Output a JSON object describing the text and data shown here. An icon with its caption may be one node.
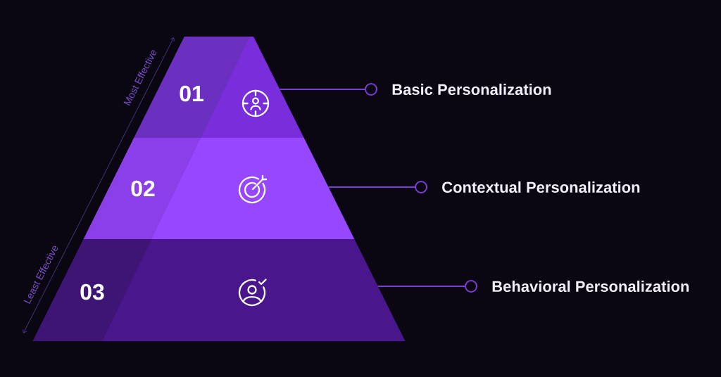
{
  "diagram": {
    "nodes": [
      {
        "text": [
          "01"
        ]
      },
      {
        "text": [
          "02"
        ]
      },
      {
        "text": [
          "03"
        ]
      },
      {
        "text": [
          "Basic Personalization"
        ]
      },
      {
        "text": [
          "Contextual Personalization"
        ]
      },
      {
        "text": [
          "Behavioral Personalization"
        ]
      }
    ],
    "edges": [
      {
        "from": 0,
        "to": 3,
        "arrow": "other"
      },
      {
        "from": 1,
        "to": 4,
        "arrow": "other"
      },
      {
        "from": 2,
        "to": 5,
        "arrow": "other"
      }
    ],
    "labels": [
      "Most Effective",
      "Least Effective"
    ]
  }
}
